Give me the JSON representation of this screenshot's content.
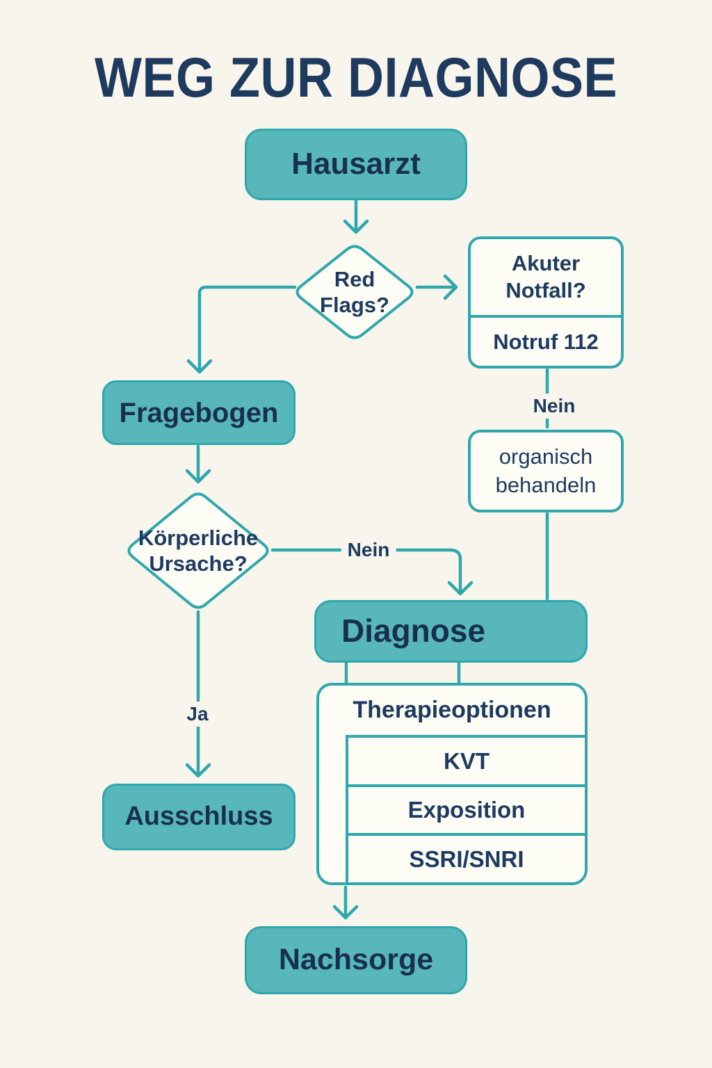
{
  "title": "WEG ZUR DIAGNOSE",
  "colors": {
    "background": "#f8f5ec",
    "node_fill_teal": "#58b7ba",
    "line_teal": "#2fa7ac",
    "node_fill_white": "#fdfcf5",
    "text_navy": "#1d3a5f"
  },
  "nodes": {
    "hausarzt": {
      "label": "Hausarzt"
    },
    "red_flags": {
      "label": "Red Flags?"
    },
    "akuter_notfall": {
      "question": "Akuter Notfall?",
      "action": "Notruf 112"
    },
    "organisch": {
      "label": "organisch behandeln"
    },
    "fragebogen": {
      "label": "Fragebogen"
    },
    "koerperliche_ursache": {
      "label": "Körperliche Ursache?"
    },
    "diagnose": {
      "label": "Diagnose"
    },
    "ausschluss": {
      "label": "Ausschluss"
    },
    "therapieoptionen": {
      "header": "Therapieoptionen",
      "options": [
        "KVT",
        "Exposition",
        "SSRI/SNRI"
      ]
    },
    "nachsorge": {
      "label": "Nachsorge"
    }
  },
  "edge_labels": {
    "nein_notfall": "Nein",
    "nein_ursache": "Nein",
    "ja": "Ja"
  }
}
